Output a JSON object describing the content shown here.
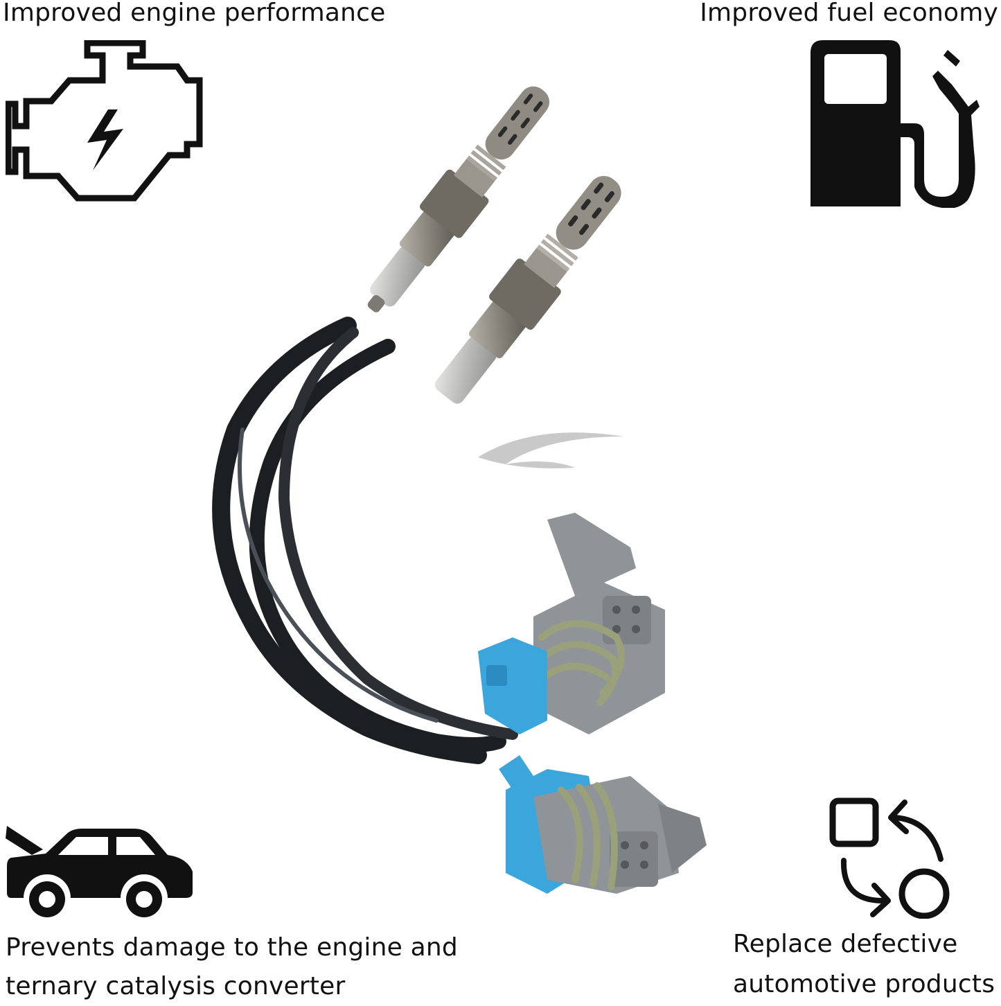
{
  "features": {
    "engine": {
      "label": "Improved engine performance",
      "icon": "engine-warning-icon"
    },
    "fuel": {
      "label": "Improved fuel economy",
      "icon": "fuel-pump-icon"
    },
    "protection": {
      "line1": "Prevents damage to the engine and",
      "line2": "ternary catalysis converter",
      "icon": "car-open-hood-icon"
    },
    "replace": {
      "line1": "Replace defective",
      "line2": "automotive products",
      "icon": "replace-cycle-icon"
    }
  },
  "product": {
    "icon": "oxygen-sensor-pair-illustration",
    "colors": {
      "connector_blue": "#3aa6dc",
      "connector_gray": "#8f9499",
      "seal_green": "#9aa07a",
      "cable_black": "#1c1f22",
      "metal": "#8d8a83"
    }
  }
}
